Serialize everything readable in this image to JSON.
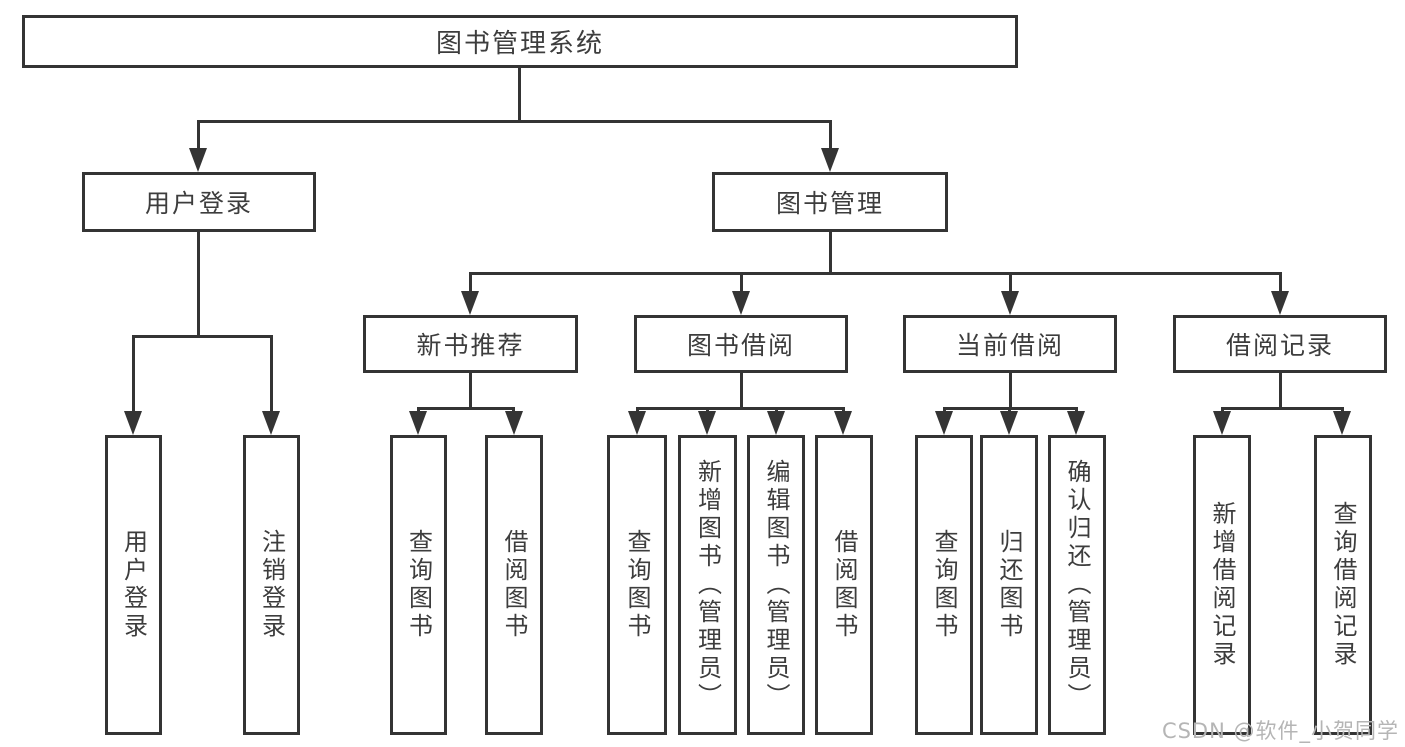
{
  "nodes": {
    "root": "图书管理系统",
    "user_login": "用户登录",
    "book_management": "图书管理",
    "new_book_recommend": "新书推荐",
    "book_borrow": "图书借阅",
    "current_borrow": "当前借阅",
    "borrow_record": "借阅记录"
  },
  "leaves": {
    "user_login": [
      "用户登录",
      "注销登录"
    ],
    "new_book_recommend": [
      "查询图书",
      "借阅图书"
    ],
    "book_borrow": [
      "查询图书",
      "新增图书（管理员）",
      "编辑图书（管理员）",
      "借阅图书"
    ],
    "current_borrow": [
      "查询图书",
      "归还图书",
      "确认归还（管理员）"
    ],
    "borrow_record": [
      "新增借阅记录",
      "查询借阅记录"
    ]
  },
  "watermark": "CSDN @软件_小贺同学",
  "colors": {
    "line": "#343434",
    "text": "#3d3d3d",
    "watermark": "#b5b5b5",
    "background": "#ffffff"
  }
}
